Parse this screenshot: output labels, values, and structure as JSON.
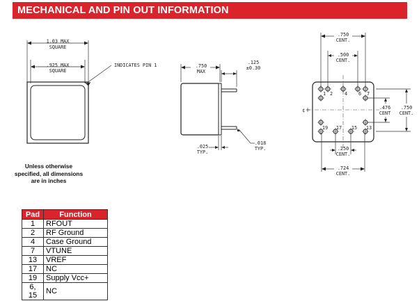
{
  "header": {
    "title": "MECHANICAL AND PIN OUT INFORMATION"
  },
  "drawing": {
    "top_view": {
      "max_square": "1.03  MAX",
      "max_square_word": "SQUARE",
      "inner_square": ".925  MAX",
      "inner_square_word": "SQUARE",
      "pin1_note": "INDICATES  PIN  1"
    },
    "side_view": {
      "height": ".750",
      "height_word": "MAX",
      "pin_length": ".125",
      "pin_length_tol": "±0.30",
      "pin_offset": ".025",
      "pin_offset_word": "TYP.",
      "pin_dia": ".018",
      "pin_dia_word": "TYP."
    },
    "bottom_view": {
      "outer_cent": ".750",
      "outer_cent_word": "CENT.",
      "inner_cent": ".500",
      "inner_cent_word": "CENT.",
      "right_inner": ".476",
      "right_inner_word": "CENT",
      "right_outer": ".750",
      "right_outer_word": "CENT.",
      "bottom_inner": ".250",
      "bottom_inner_word": "CENT.",
      "bottom_outer": ".724",
      "bottom_outer_word": "CENT.",
      "pin_labels": [
        "1",
        "2",
        "4",
        "6",
        "7",
        "19",
        "17",
        "15",
        "13"
      ]
    }
  },
  "note": {
    "line1": "Unless otherwise",
    "line2": "specified, all dimensions",
    "line3": "are in inches"
  },
  "pin_table": {
    "headers": [
      "Pad",
      "Function"
    ],
    "rows": [
      {
        "pad": "1",
        "function": "RFOUT"
      },
      {
        "pad": "2",
        "function": "RF Ground"
      },
      {
        "pad": "4",
        "function": "Case Ground"
      },
      {
        "pad": "7",
        "function": "VTUNE"
      },
      {
        "pad": "13",
        "function": "VREF"
      },
      {
        "pad": "17",
        "function": "NC"
      },
      {
        "pad": "19",
        "function": "Supply Vcc+"
      },
      {
        "pad": "6, 15",
        "function": "NC"
      }
    ]
  }
}
